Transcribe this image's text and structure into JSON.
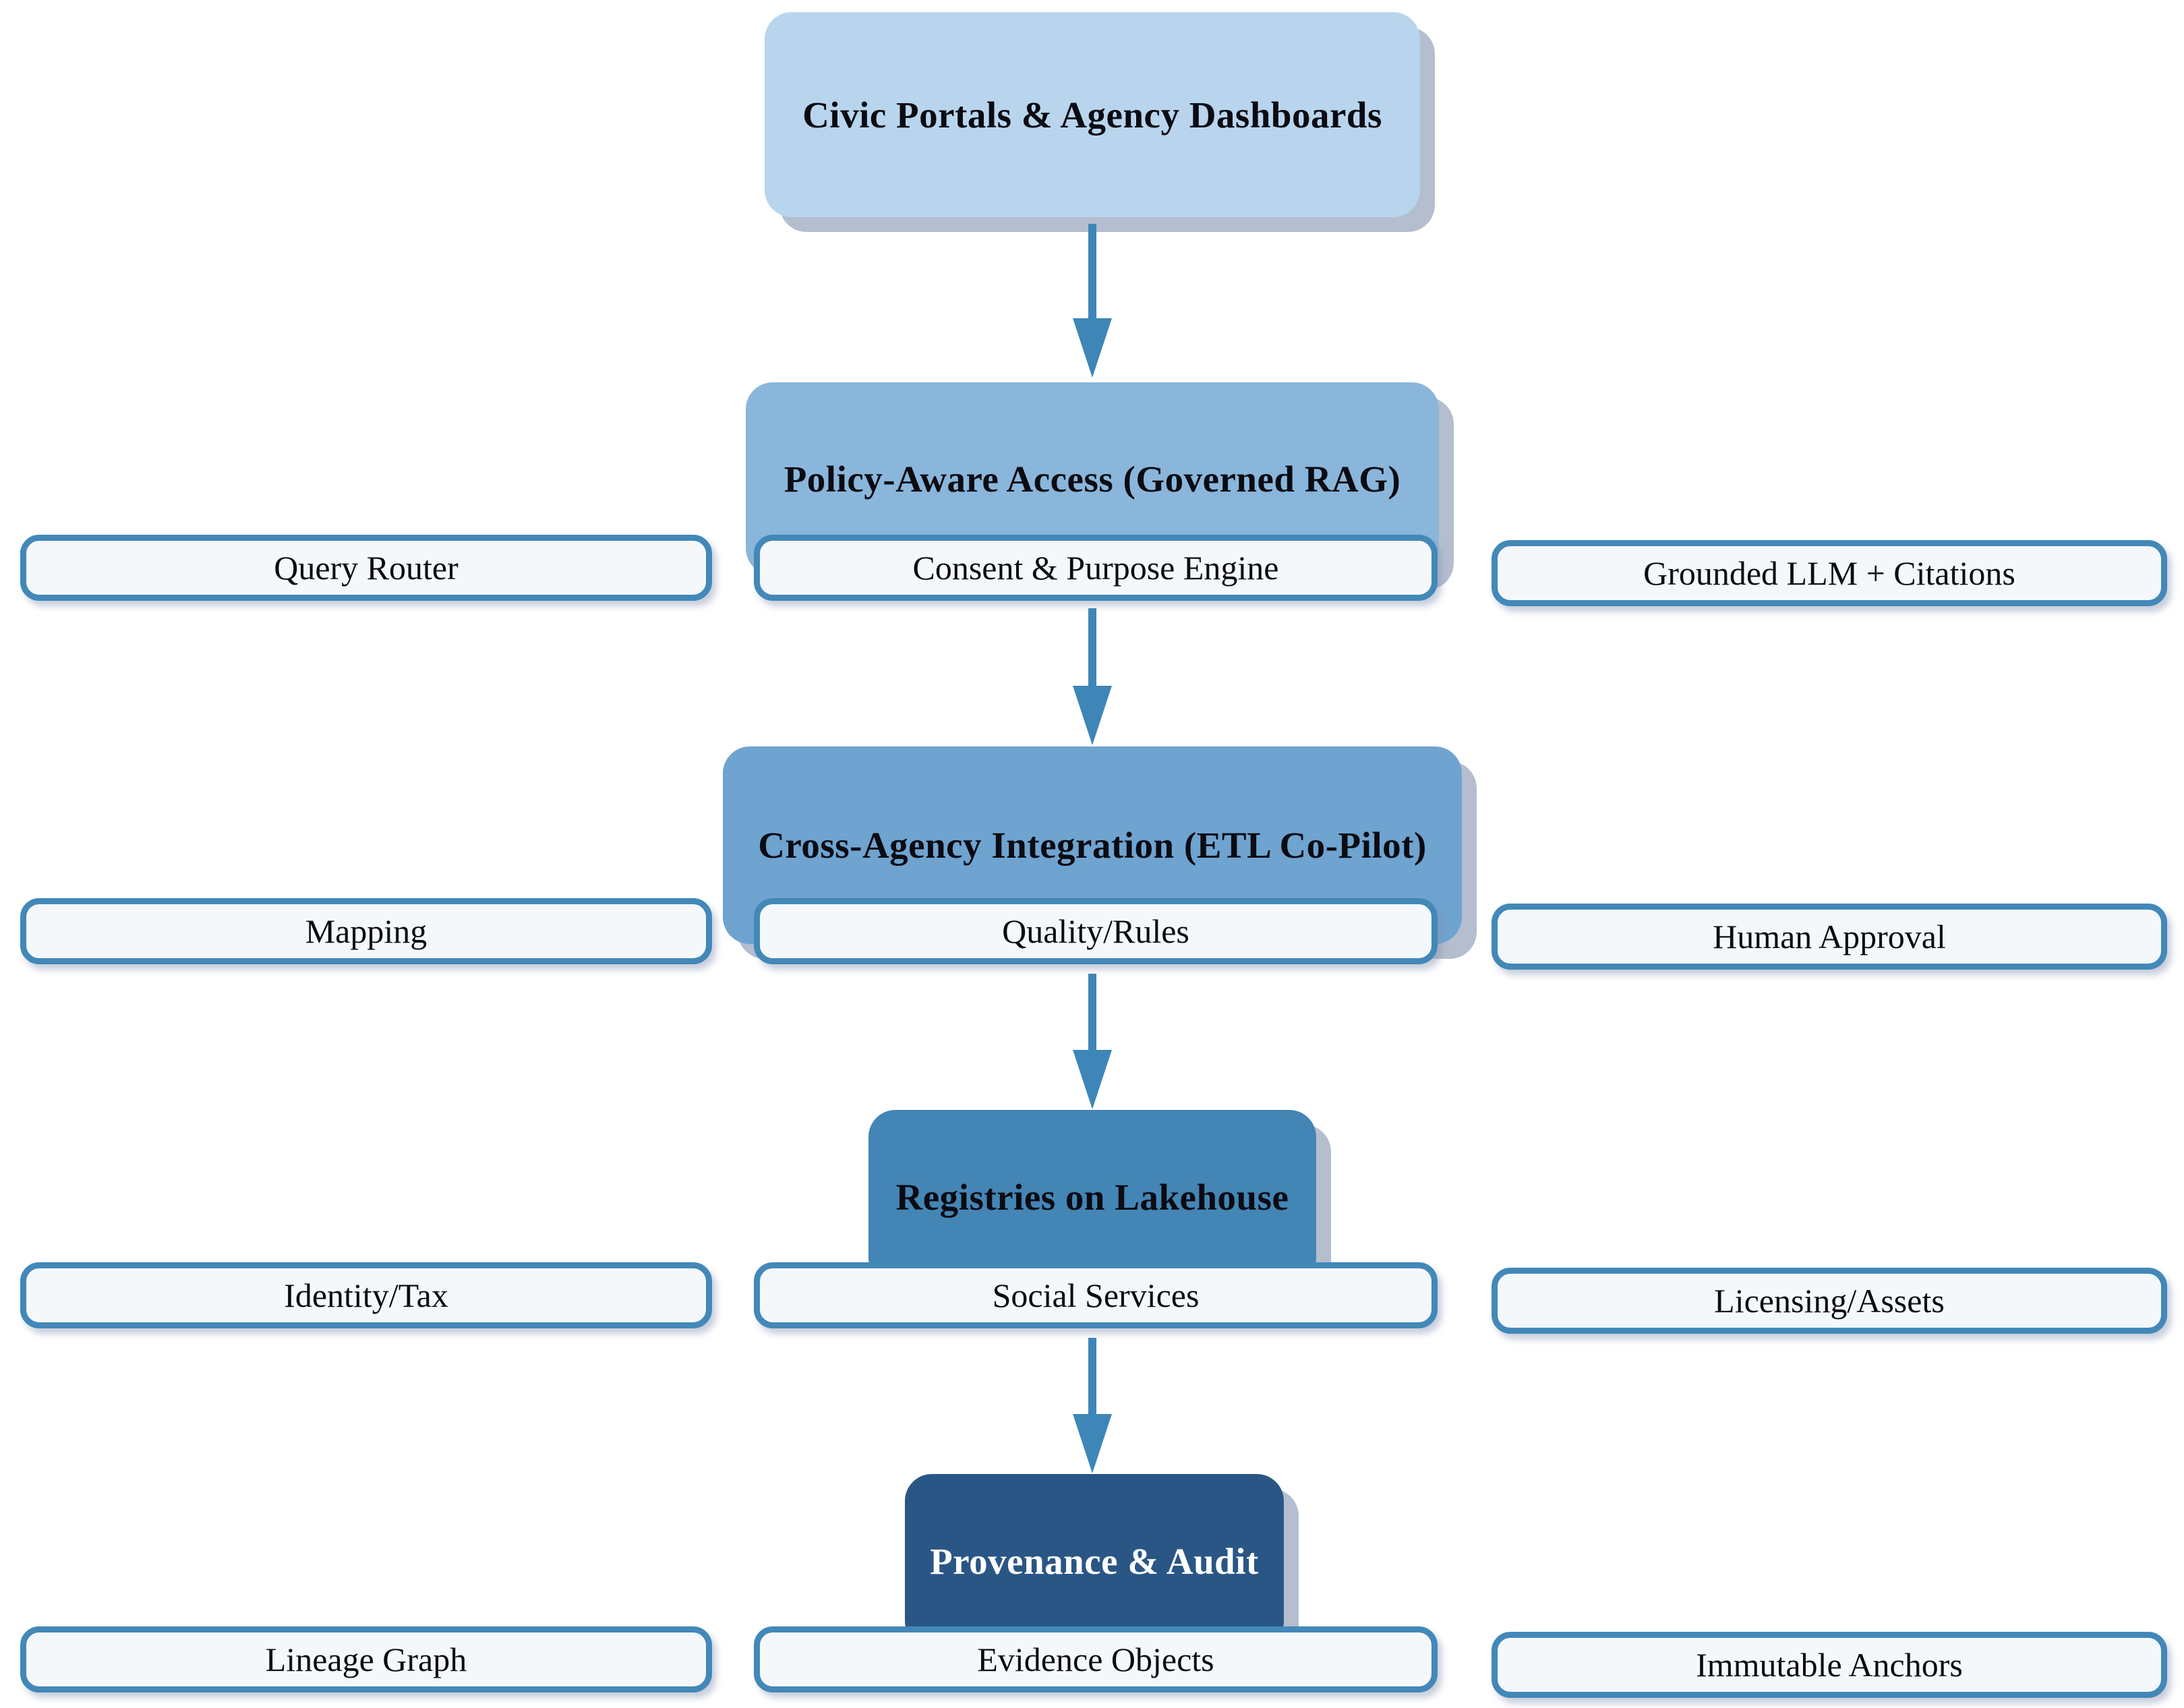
{
  "diagram": {
    "tiers": [
      {
        "title": "Civic Portals & Agency Dashboards",
        "row": null
      },
      {
        "title": "Policy-Aware Access (Governed RAG)",
        "row": {
          "left": "Query Router",
          "center": "Consent & Purpose Engine",
          "right": "Grounded LLM + Citations"
        }
      },
      {
        "title": "Cross-Agency Integration (ETL Co-Pilot)",
        "row": {
          "left": "Mapping",
          "center": "Quality/Rules",
          "right": "Human Approval"
        }
      },
      {
        "title": "Registries on Lakehouse",
        "row": {
          "left": "Identity/Tax",
          "center": "Social Services",
          "right": "Licensing/Assets"
        }
      },
      {
        "title": "Provenance & Audit",
        "row": {
          "left": "Lineage Graph",
          "center": "Evidence Objects",
          "right": "Immutable Anchors"
        }
      }
    ],
    "colors": {
      "tier1_fill": "#b9d5ee",
      "tier2_fill": "#8ab6db",
      "tier3_fill": "#6fa3d0",
      "tier4_fill": "#4385b4",
      "tier5_fill": "#2a5685",
      "pill_fill": "#f5f8fb",
      "pill_border": "#4288b8",
      "arrow": "#3e86b8",
      "shadow": "#b4becf",
      "title_text_dark": "#0b0b12",
      "title_text_light": "#ffffff"
    }
  }
}
